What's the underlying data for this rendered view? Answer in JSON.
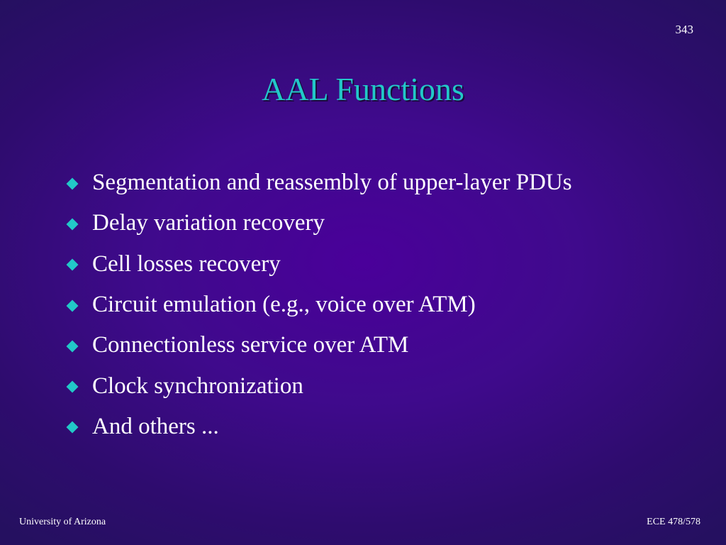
{
  "slide": {
    "number": "343",
    "title": "AAL Functions",
    "bullet_icon": "diamond-bullet-icon",
    "bullets": [
      "Segmentation and reassembly of upper-layer PDUs",
      "Delay variation recovery",
      "Cell losses recovery",
      "Circuit emulation (e.g., voice over ATM)",
      "Connectionless service over ATM",
      "Clock synchronization",
      "And others ..."
    ]
  },
  "footer": {
    "left": "University of Arizona",
    "right": "ECE 478/578"
  },
  "colors": {
    "background": "#3f0a8c",
    "title": "#22c8c8",
    "bullet": "#22c8c8",
    "text": "#ffffff"
  }
}
